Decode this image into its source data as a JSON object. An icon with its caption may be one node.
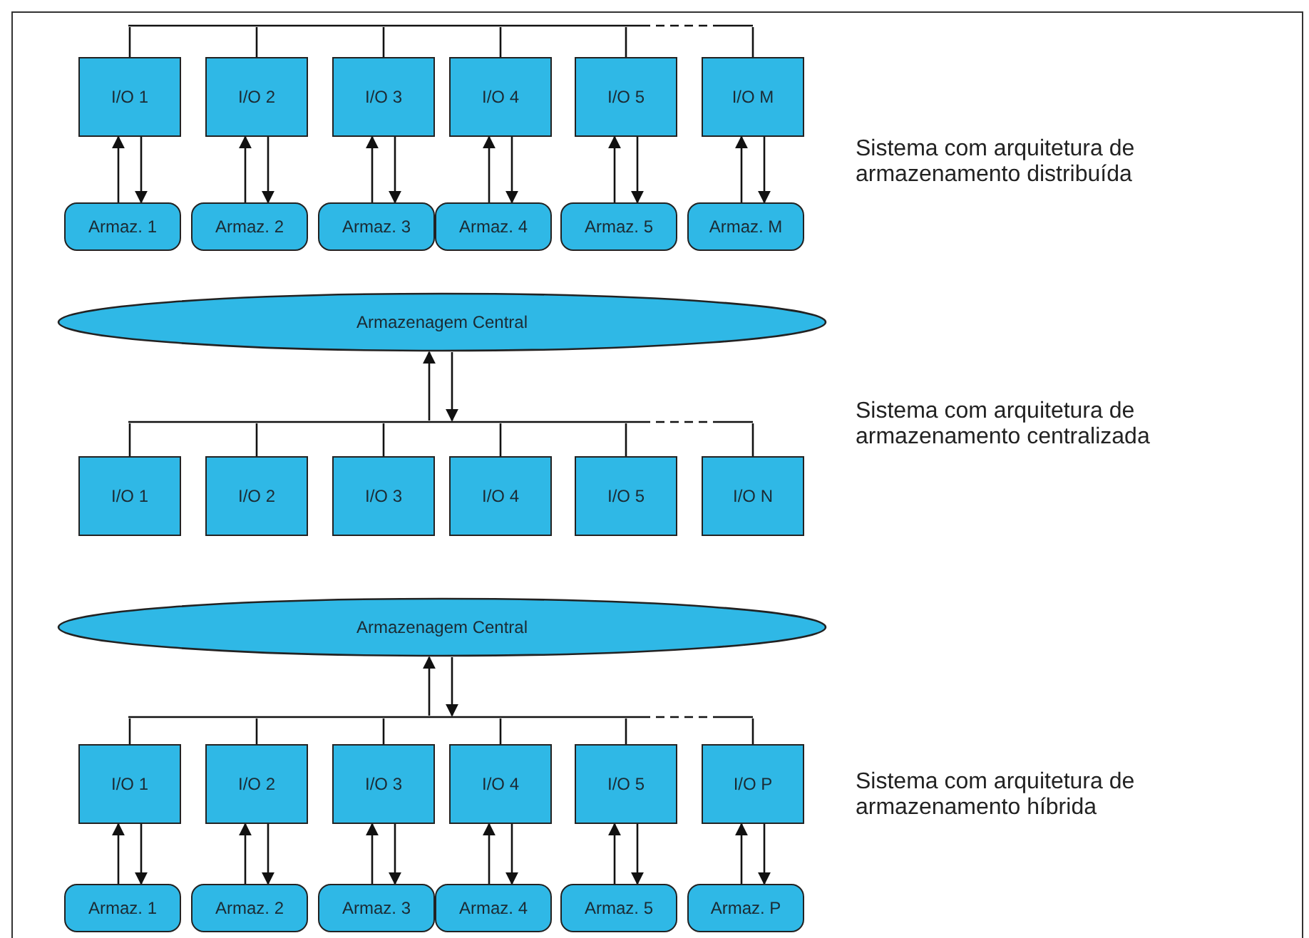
{
  "diagram": {
    "nodes": [
      {
        "text": [],
        "shape": "bar"
      },
      {
        "text": [
          "I/O 1"
        ]
      },
      {
        "text": [
          "I/O 2"
        ]
      },
      {
        "text": [
          "I/O 3"
        ]
      },
      {
        "text": [
          "I/O 4"
        ]
      },
      {
        "text": [
          "I/O 5"
        ]
      },
      {
        "text": [
          "I/O M"
        ]
      },
      {
        "text": [
          "Armaz. 1"
        ]
      },
      {
        "text": [
          "Armaz. 2"
        ]
      },
      {
        "text": [
          "Armaz. 3"
        ]
      },
      {
        "text": [
          "Armaz. 4"
        ]
      },
      {
        "text": [
          "Armaz. 5"
        ]
      },
      {
        "text": [
          "Armaz. M"
        ]
      },
      {
        "text": [
          "Armazenagem Central"
        ]
      },
      {
        "text": [],
        "shape": "bar"
      },
      {
        "text": [
          "I/O 1"
        ]
      },
      {
        "text": [
          "I/O 2"
        ]
      },
      {
        "text": [
          "I/O 3"
        ]
      },
      {
        "text": [
          "I/O 4"
        ]
      },
      {
        "text": [
          "I/O 5"
        ]
      },
      {
        "text": [
          "I/O N"
        ]
      },
      {
        "text": [
          "Armazenagem Central"
        ]
      },
      {
        "text": [],
        "shape": "bar"
      },
      {
        "text": [
          "I/O 1"
        ]
      },
      {
        "text": [
          "I/O 2"
        ]
      },
      {
        "text": [
          "I/O 3"
        ]
      },
      {
        "text": [
          "I/O 4"
        ]
      },
      {
        "text": [
          "I/O 5"
        ]
      },
      {
        "text": [
          "I/O P"
        ]
      },
      {
        "text": [
          "Armaz. 1"
        ]
      },
      {
        "text": [
          "Armaz. 2"
        ]
      },
      {
        "text": [
          "Armaz. 3"
        ]
      },
      {
        "text": [
          "Armaz. 4"
        ]
      },
      {
        "text": [
          "Armaz. 5"
        ]
      },
      {
        "text": [
          "Armaz. P"
        ]
      }
    ],
    "edges": [
      {
        "from": 0,
        "to": 1,
        "arrow": "none"
      },
      {
        "from": 0,
        "to": 2,
        "arrow": "none"
      },
      {
        "from": 0,
        "to": 3,
        "arrow": "none"
      },
      {
        "from": 0,
        "to": 4,
        "arrow": "none"
      },
      {
        "from": 0,
        "to": 5,
        "arrow": "none"
      },
      {
        "from": 0,
        "to": 6,
        "arrow": "none"
      },
      {
        "from": 7,
        "to": 1,
        "arrow": "to"
      },
      {
        "from": 1,
        "to": 7,
        "arrow": "to"
      },
      {
        "from": 8,
        "to": 2,
        "arrow": "to"
      },
      {
        "from": 2,
        "to": 8,
        "arrow": "to"
      },
      {
        "from": 9,
        "to": 3,
        "arrow": "to"
      },
      {
        "from": 3,
        "to": 9,
        "arrow": "to"
      },
      {
        "from": 10,
        "to": 4,
        "arrow": "to"
      },
      {
        "from": 4,
        "to": 10,
        "arrow": "to"
      },
      {
        "from": 11,
        "to": 5,
        "arrow": "to"
      },
      {
        "from": 5,
        "to": 11,
        "arrow": "to"
      },
      {
        "from": 12,
        "to": 6,
        "arrow": "to"
      },
      {
        "from": 6,
        "to": 12,
        "arrow": "to"
      },
      {
        "from": 14,
        "to": 13,
        "arrow": "to"
      },
      {
        "from": 13,
        "to": 14,
        "arrow": "to"
      },
      {
        "from": 14,
        "to": 15,
        "arrow": "none"
      },
      {
        "from": 14,
        "to": 16,
        "arrow": "none"
      },
      {
        "from": 14,
        "to": 17,
        "arrow": "none"
      },
      {
        "from": 14,
        "to": 18,
        "arrow": "none"
      },
      {
        "from": 14,
        "to": 19,
        "arrow": "none"
      },
      {
        "from": 14,
        "to": 20,
        "arrow": "none"
      },
      {
        "from": 22,
        "to": 21,
        "arrow": "to"
      },
      {
        "from": 21,
        "to": 22,
        "arrow": "to"
      },
      {
        "from": 22,
        "to": 23,
        "arrow": "none"
      },
      {
        "from": 22,
        "to": 24,
        "arrow": "none"
      },
      {
        "from": 22,
        "to": 25,
        "arrow": "none"
      },
      {
        "from": 22,
        "to": 26,
        "arrow": "none"
      },
      {
        "from": 22,
        "to": 27,
        "arrow": "none"
      },
      {
        "from": 22,
        "to": 28,
        "arrow": "none"
      },
      {
        "from": 29,
        "to": 23,
        "arrow": "to"
      },
      {
        "from": 23,
        "to": 29,
        "arrow": "to"
      },
      {
        "from": 30,
        "to": 24,
        "arrow": "to"
      },
      {
        "from": 24,
        "to": 30,
        "arrow": "to"
      },
      {
        "from": 31,
        "to": 25,
        "arrow": "to"
      },
      {
        "from": 25,
        "to": 31,
        "arrow": "to"
      },
      {
        "from": 32,
        "to": 26,
        "arrow": "to"
      },
      {
        "from": 26,
        "to": 32,
        "arrow": "to"
      },
      {
        "from": 33,
        "to": 27,
        "arrow": "to"
      },
      {
        "from": 27,
        "to": 33,
        "arrow": "to"
      },
      {
        "from": 34,
        "to": 28,
        "arrow": "to"
      },
      {
        "from": 28,
        "to": 34,
        "arrow": "to"
      }
    ],
    "labels": [
      "Sistema com arquitetura de armazenamento distribuída",
      "Sistema com arquitetura de armazenamento centralizada",
      "Sistema com arquitetura de armazenamento híbrida"
    ]
  }
}
